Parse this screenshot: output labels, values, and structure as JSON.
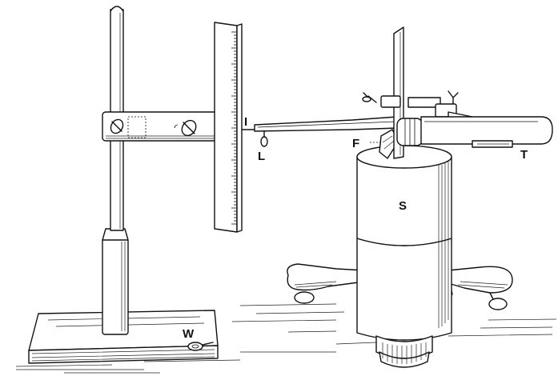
{
  "labels": {
    "I": "I",
    "L": "L",
    "F": "F",
    "T": "T",
    "S": "S",
    "W": "W"
  }
}
